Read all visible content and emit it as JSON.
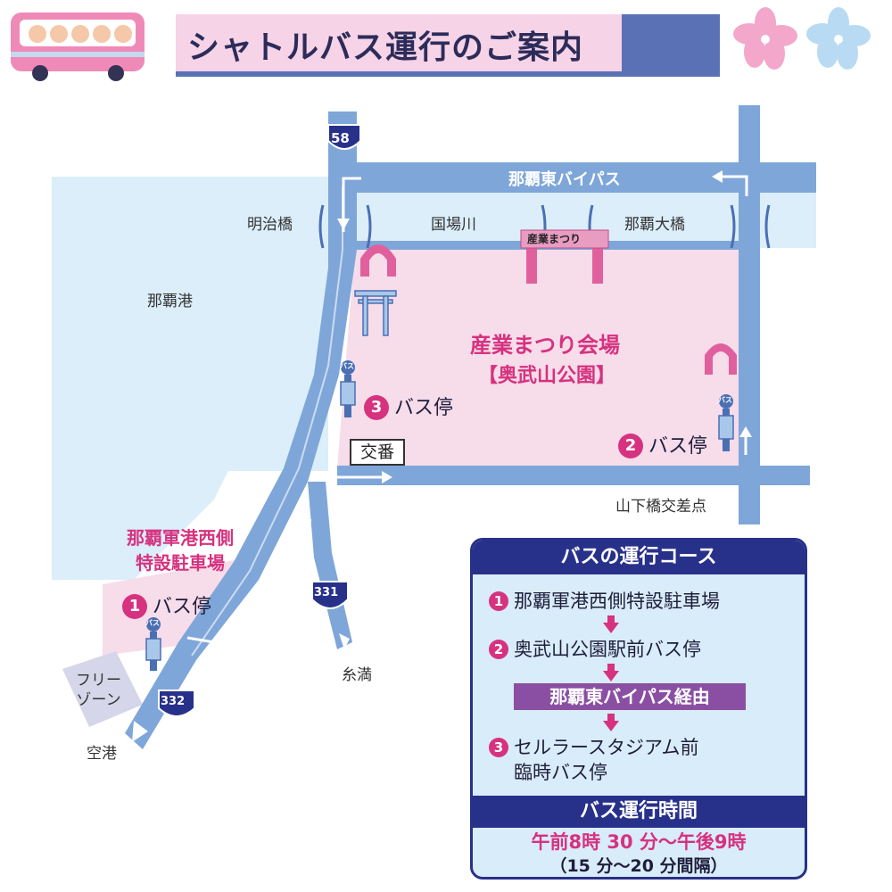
{
  "header": {
    "title": "シャトルバス運行のご案内"
  },
  "map": {
    "route_58": "58",
    "route_331": "331",
    "route_332": "332",
    "naha_east_bypass": "那覇東バイパス",
    "meiji_bridge": "明治橋",
    "kokuba_river": "国場川",
    "naha_ohashi": "那覇大橋",
    "naha_port": "那覇港",
    "festival_sign": "産業まつり",
    "venue_title": "産業まつり会場",
    "venue_sub": "【奥武山公園】",
    "stop3_num": "3",
    "stop3_label": "バス停",
    "stop2_num": "2",
    "stop2_label": "バス停",
    "stop1_num": "1",
    "stop1_label": "バス停",
    "koban": "交番",
    "yamashita_intersection": "山下橋交差点",
    "parking_line1": "那覇軍港西側",
    "parking_line2": "特設駐車場",
    "free_zone_line1": "フリー",
    "free_zone_line2": "ゾーン",
    "airport": "空港",
    "itoman": "糸満",
    "bus_sign_text": "バス"
  },
  "course": {
    "heading": "バスの運行コース",
    "step1_num": "1",
    "step1": "那覇軍港西側特設駐車場",
    "step2_num": "2",
    "step2": "奥武山公園駅前バス停",
    "bypass": "那覇東バイパス経由",
    "step3_num": "3",
    "step3_line1": "セルラースタジアム前",
    "step3_line2": "臨時バス停",
    "time_heading": "バス運行時間",
    "time_main": "午前8時 30 分～午後9時",
    "time_sub": "（15 分～20 分間隔）"
  },
  "colors": {
    "water": "#dbeefa",
    "road": "#7fa6d9",
    "road_dark": "#4a6fb3",
    "venue": "#f7dcea",
    "accent": "#d6327f",
    "navy": "#28318a"
  },
  "icons": [
    "bus-icon",
    "hibiscus-icon",
    "torii-icon",
    "gate-icon",
    "bus-stop-icon",
    "route-shield-icon",
    "arrow-icon"
  ]
}
